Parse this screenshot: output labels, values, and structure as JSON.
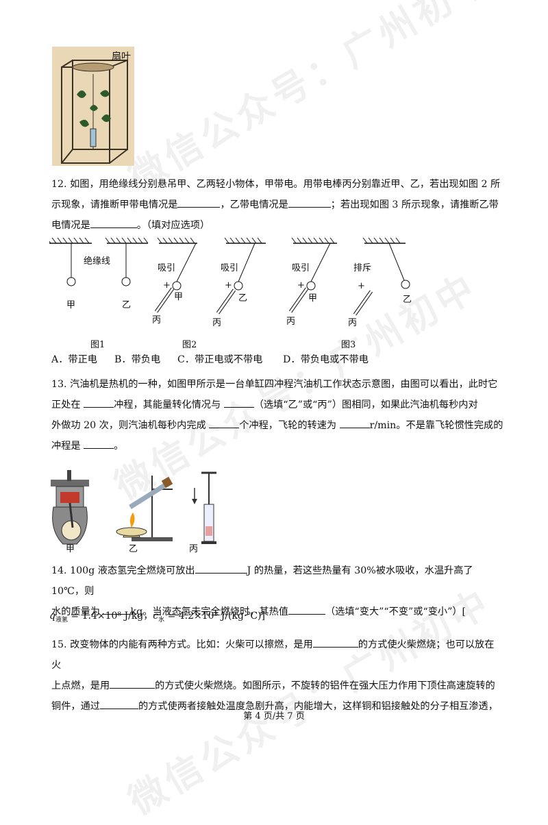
{
  "watermark": "微信公众号：广州初中",
  "fig_top": {
    "label": "扇叶"
  },
  "q12": {
    "l1a": "12. 如图，用绝缘线分别悬吊甲、乙两轻小物体，甲带电。用带电棒丙分别靠近甲、乙，若出现如图 2 所",
    "l2a": "示现象，请推断甲带电情况是",
    "l2b": "，乙带电情况是",
    "l2c": "；若出现如图 3 所示现象，请推断乙带",
    "l3a": "电情况是",
    "l3b": "。（填对应选项）",
    "fig": {
      "insulator": "绝缘线",
      "jia": "甲",
      "yi": "乙",
      "bing": "丙",
      "attract": "吸引",
      "repel": "排斥",
      "plus": "+",
      "fig1": "图1",
      "fig2": "图2",
      "fig3": "图3"
    },
    "options": [
      "A．带正电",
      "B．带负电",
      "C．带正电或不带电",
      "D．带负电或不带电"
    ]
  },
  "q13": {
    "l1": "13. 汽油机是热机的一种，如图甲所示是一台单缸四冲程汽油机工作状态示意图，由图可以看出，此时它",
    "l2a": "正处在",
    "l2b": "冲程，其能量转化情况与",
    "l2c": "（选填“乙”或“丙”）图相同，如果此汽油机每秒内对",
    "l3a": "外做功 20 次，则汽油机每秒内完成",
    "l3b": "个冲程，飞轮的转速为",
    "l3c": "r/min。不是靠飞轮惯性完成的",
    "l4a": "冲程是",
    "l4b": "。",
    "fig_labels": [
      "甲",
      "乙",
      "丙"
    ]
  },
  "q14": {
    "l1a": "14. 100g 液态氢完全燃烧可放出",
    "l1b": "J 的热量，若这些热量有 30%被水吸收，水温升高了 10℃，则",
    "l2a": "水的质量为",
    "l2b": "kg。当液态氢未完全燃烧时，其热值",
    "l2c": "（选填“变大”“不变”或“变小”）[",
    "formula_q": "q",
    "formula_q_sub": "液氢",
    "formula_q_val": " = 1.4×10⁸ J/kg",
    "formula_sep": "，",
    "formula_c": "c",
    "formula_c_sub": "水",
    "formula_c_val": " = 4.2×10³ J/(kg·℃)",
    "formula_end": "]"
  },
  "q15": {
    "l1a": "15. 改变物体的内能有两种方式。比如：火柴可以擦燃，是用",
    "l1b": "的方式使火柴燃烧；也可以放在火",
    "l2a": "上点燃，是用",
    "l2b": "的方式使火柴燃烧。如图所示，不旋转的铝件在强大压力作用下顶住高速旋转的",
    "l3a": "铜件，通过",
    "l3b": "的方式使两者接触处温度急剧升高，内能增大，这样铜和铝接触处的分子相互渗透，"
  },
  "footer": "第 4 页/共 7 页"
}
